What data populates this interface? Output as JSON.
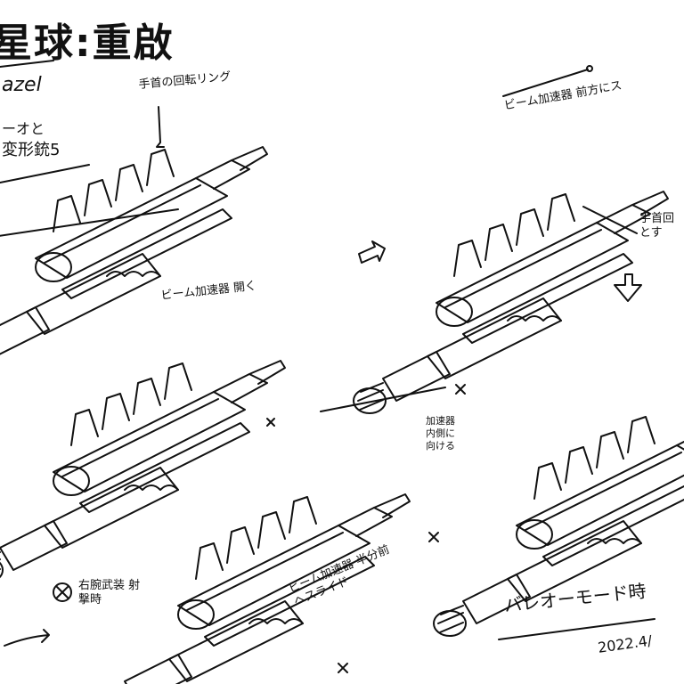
{
  "title": "星球:重啟",
  "name_label": "azel",
  "left_notes": [
    "ーオと",
    "変形銃5"
  ],
  "notes": {
    "finger_ring": "手首の回転リング",
    "beam_forward": "ビーム加速器 前方にス",
    "finger_right": "手首回 とす",
    "beam_open": "ビーム加速器 開く",
    "accel_inward": "加速器 内側に 向ける",
    "right_arm": "右腕武装 射撃時",
    "beam_slide": "ビーム加速器 半分前へスライド",
    "barrier_mode": "バレオーモード時",
    "date": "2022.4/"
  },
  "colors": {
    "ink": "#111111",
    "paper": "#ffffff"
  }
}
